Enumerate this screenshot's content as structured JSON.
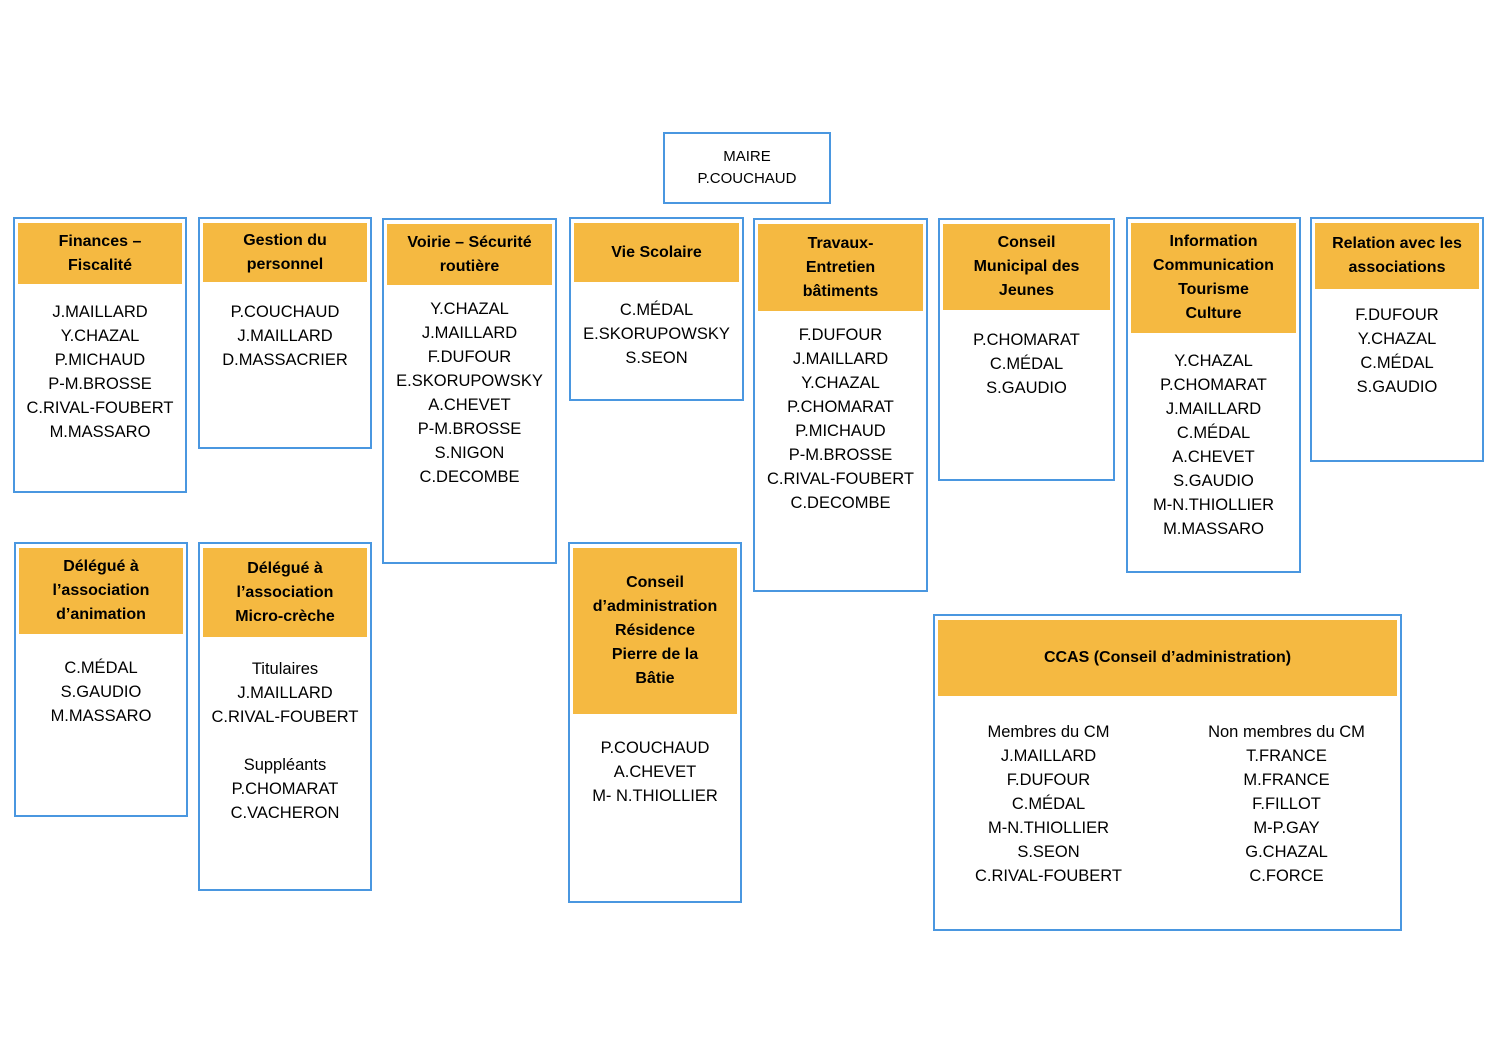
{
  "mayor": {
    "title": "MAIRE",
    "name": "P.COUCHAUD"
  },
  "commissions": [
    {
      "title_lines": [
        "Finances –",
        "Fiscalité"
      ],
      "members": [
        "J.MAILLARD",
        "Y.CHAZAL",
        "P.MICHAUD",
        "P-M.BROSSE",
        "C.RIVAL-FOUBERT",
        "M.MASSARO"
      ]
    },
    {
      "title_lines": [
        "Gestion du",
        "personnel"
      ],
      "members": [
        "P.COUCHAUD",
        "J.MAILLARD",
        "D.MASSACRIER"
      ]
    },
    {
      "title_lines": [
        "Voirie – Sécurité",
        "routière"
      ],
      "members": [
        "Y.CHAZAL",
        "J.MAILLARD",
        "F.DUFOUR",
        "E.SKORUPOWSKY",
        "A.CHEVET",
        "P-M.BROSSE",
        "S.NIGON",
        "C.DECOMBE"
      ]
    },
    {
      "title_lines": [
        "Vie Scolaire"
      ],
      "members": [
        "C.MÉDAL",
        "E.SKORUPOWSKY",
        "S.SEON"
      ]
    },
    {
      "title_lines": [
        "Travaux-",
        "Entretien",
        "bâtiments"
      ],
      "members": [
        "F.DUFOUR",
        "J.MAILLARD",
        "Y.CHAZAL",
        "P.CHOMARAT",
        "P.MICHAUD",
        "P-M.BROSSE",
        "C.RIVAL-FOUBERT",
        "C.DECOMBE"
      ]
    },
    {
      "title_lines": [
        "Conseil",
        "Municipal des",
        "Jeunes"
      ],
      "members": [
        "P.CHOMARAT",
        "C.MÉDAL",
        "S.GAUDIO"
      ]
    },
    {
      "title_lines": [
        "Information",
        "Communication",
        "Tourisme",
        "Culture"
      ],
      "members": [
        "Y.CHAZAL",
        "P.CHOMARAT",
        "J.MAILLARD",
        "C.MÉDAL",
        "A.CHEVET",
        "S.GAUDIO",
        "M-N.THIOLLIER",
        "M.MASSARO"
      ]
    },
    {
      "title_lines": [
        "Relation avec les",
        "associations"
      ],
      "members": [
        "F.DUFOUR",
        "Y.CHAZAL",
        "C.MÉDAL",
        "S.GAUDIO"
      ]
    }
  ],
  "delegates": [
    {
      "title_lines": [
        "Délégué à",
        "l’association",
        "d’animation"
      ],
      "members": [
        "C.MÉDAL",
        "S.GAUDIO",
        "M.MASSARO"
      ]
    },
    {
      "title_lines": [
        "Délégué à",
        "l’association",
        "Micro-crèche"
      ],
      "titulaires_label": "Titulaires",
      "titulaires": [
        "J.MAILLARD",
        "C.RIVAL-FOUBERT"
      ],
      "suppleants_label": "Suppléants",
      "suppleants": [
        "P.CHOMARAT",
        "C.VACHERON"
      ]
    }
  ],
  "residence": {
    "title_lines": [
      "Conseil",
      "d’administration",
      "Résidence",
      "Pierre de la",
      "Bâtie"
    ],
    "members": [
      "P.COUCHAUD",
      "A.CHEVET",
      "M- N.THIOLLIER"
    ]
  },
  "ccas": {
    "title": "CCAS (Conseil d’administration)",
    "cm_label": "Membres du CM",
    "cm_members": [
      "J.MAILLARD",
      "F.DUFOUR",
      "C.MÉDAL",
      "M-N.THIOLLIER",
      "S.SEON",
      "C.RIVAL-FOUBERT"
    ],
    "non_cm_label": "Non membres du CM",
    "non_cm_members": [
      "T.FRANCE",
      "M.FRANCE",
      "F.FILLOT",
      "M-P.GAY",
      "G.CHAZAL",
      "C.FORCE"
    ]
  },
  "colors": {
    "border": "#4a97e0",
    "header_fill": "#f5b941"
  }
}
